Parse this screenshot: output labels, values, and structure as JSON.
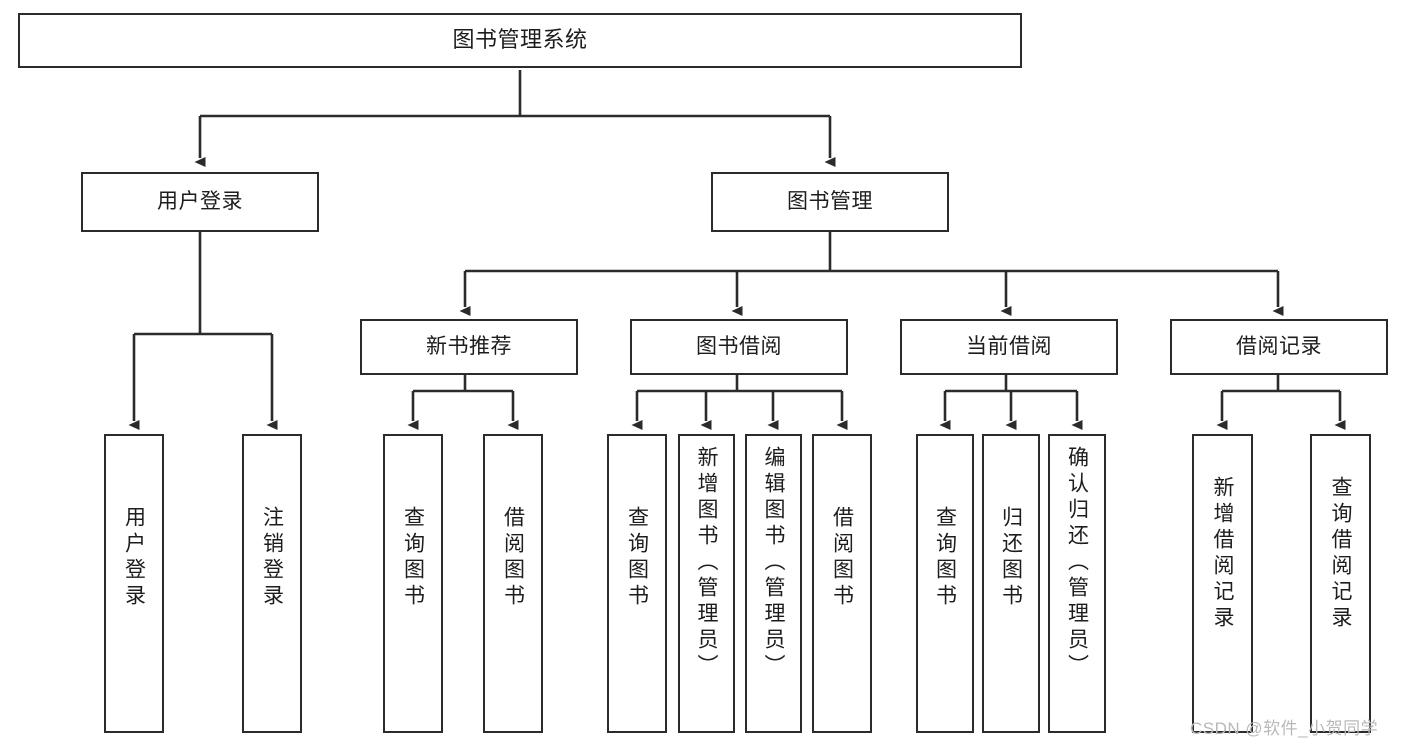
{
  "diagram": {
    "title": "图书管理系统",
    "type": "功能结构图",
    "watermark": "CSDN @软件_小贺同学",
    "colors": {
      "box_border": "#2b2b2b",
      "box_fill": "#ffffff",
      "connector": "#2b2b2b",
      "text": "#1d1d1d",
      "watermark": "#b9b9b9",
      "background": "#ffffff"
    }
  },
  "nodes": {
    "root": {
      "label": "图书管理系统"
    },
    "level1": [
      {
        "id": "user-login",
        "label": "用户登录"
      },
      {
        "id": "book-manage",
        "label": "图书管理"
      }
    ],
    "level2": [
      {
        "id": "new-book-recommend",
        "label": "新书推荐",
        "parent": "book-manage"
      },
      {
        "id": "book-borrow",
        "label": "图书借阅",
        "parent": "book-manage"
      },
      {
        "id": "current-borrow",
        "label": "当前借阅",
        "parent": "book-manage"
      },
      {
        "id": "borrow-record",
        "label": "借阅记录",
        "parent": "book-manage"
      }
    ],
    "leaves": [
      {
        "id": "leaf-user-login",
        "label": "用户登录",
        "parent": "user-login"
      },
      {
        "id": "leaf-user-logout",
        "label": "注销登录",
        "parent": "user-login"
      },
      {
        "id": "leaf-query-book-1",
        "label": "查询图书",
        "parent": "new-book-recommend"
      },
      {
        "id": "leaf-borrow-book-1",
        "label": "借阅图书",
        "parent": "new-book-recommend"
      },
      {
        "id": "leaf-query-book-2",
        "label": "查询图书",
        "parent": "book-borrow"
      },
      {
        "id": "leaf-add-book",
        "label": "新增图书（管理员）",
        "parent": "book-borrow"
      },
      {
        "id": "leaf-edit-book",
        "label": "编辑图书（管理员）",
        "parent": "book-borrow"
      },
      {
        "id": "leaf-borrow-book-2",
        "label": "借阅图书",
        "parent": "book-borrow"
      },
      {
        "id": "leaf-query-book-3",
        "label": "查询图书",
        "parent": "current-borrow"
      },
      {
        "id": "leaf-return-book",
        "label": "归还图书",
        "parent": "current-borrow"
      },
      {
        "id": "leaf-confirm-return",
        "label": "确认归还（管理员）",
        "parent": "current-borrow"
      },
      {
        "id": "leaf-add-record",
        "label": "新增借阅记录",
        "parent": "borrow-record"
      },
      {
        "id": "leaf-query-record",
        "label": "查询借阅记录",
        "parent": "borrow-record"
      }
    ]
  }
}
